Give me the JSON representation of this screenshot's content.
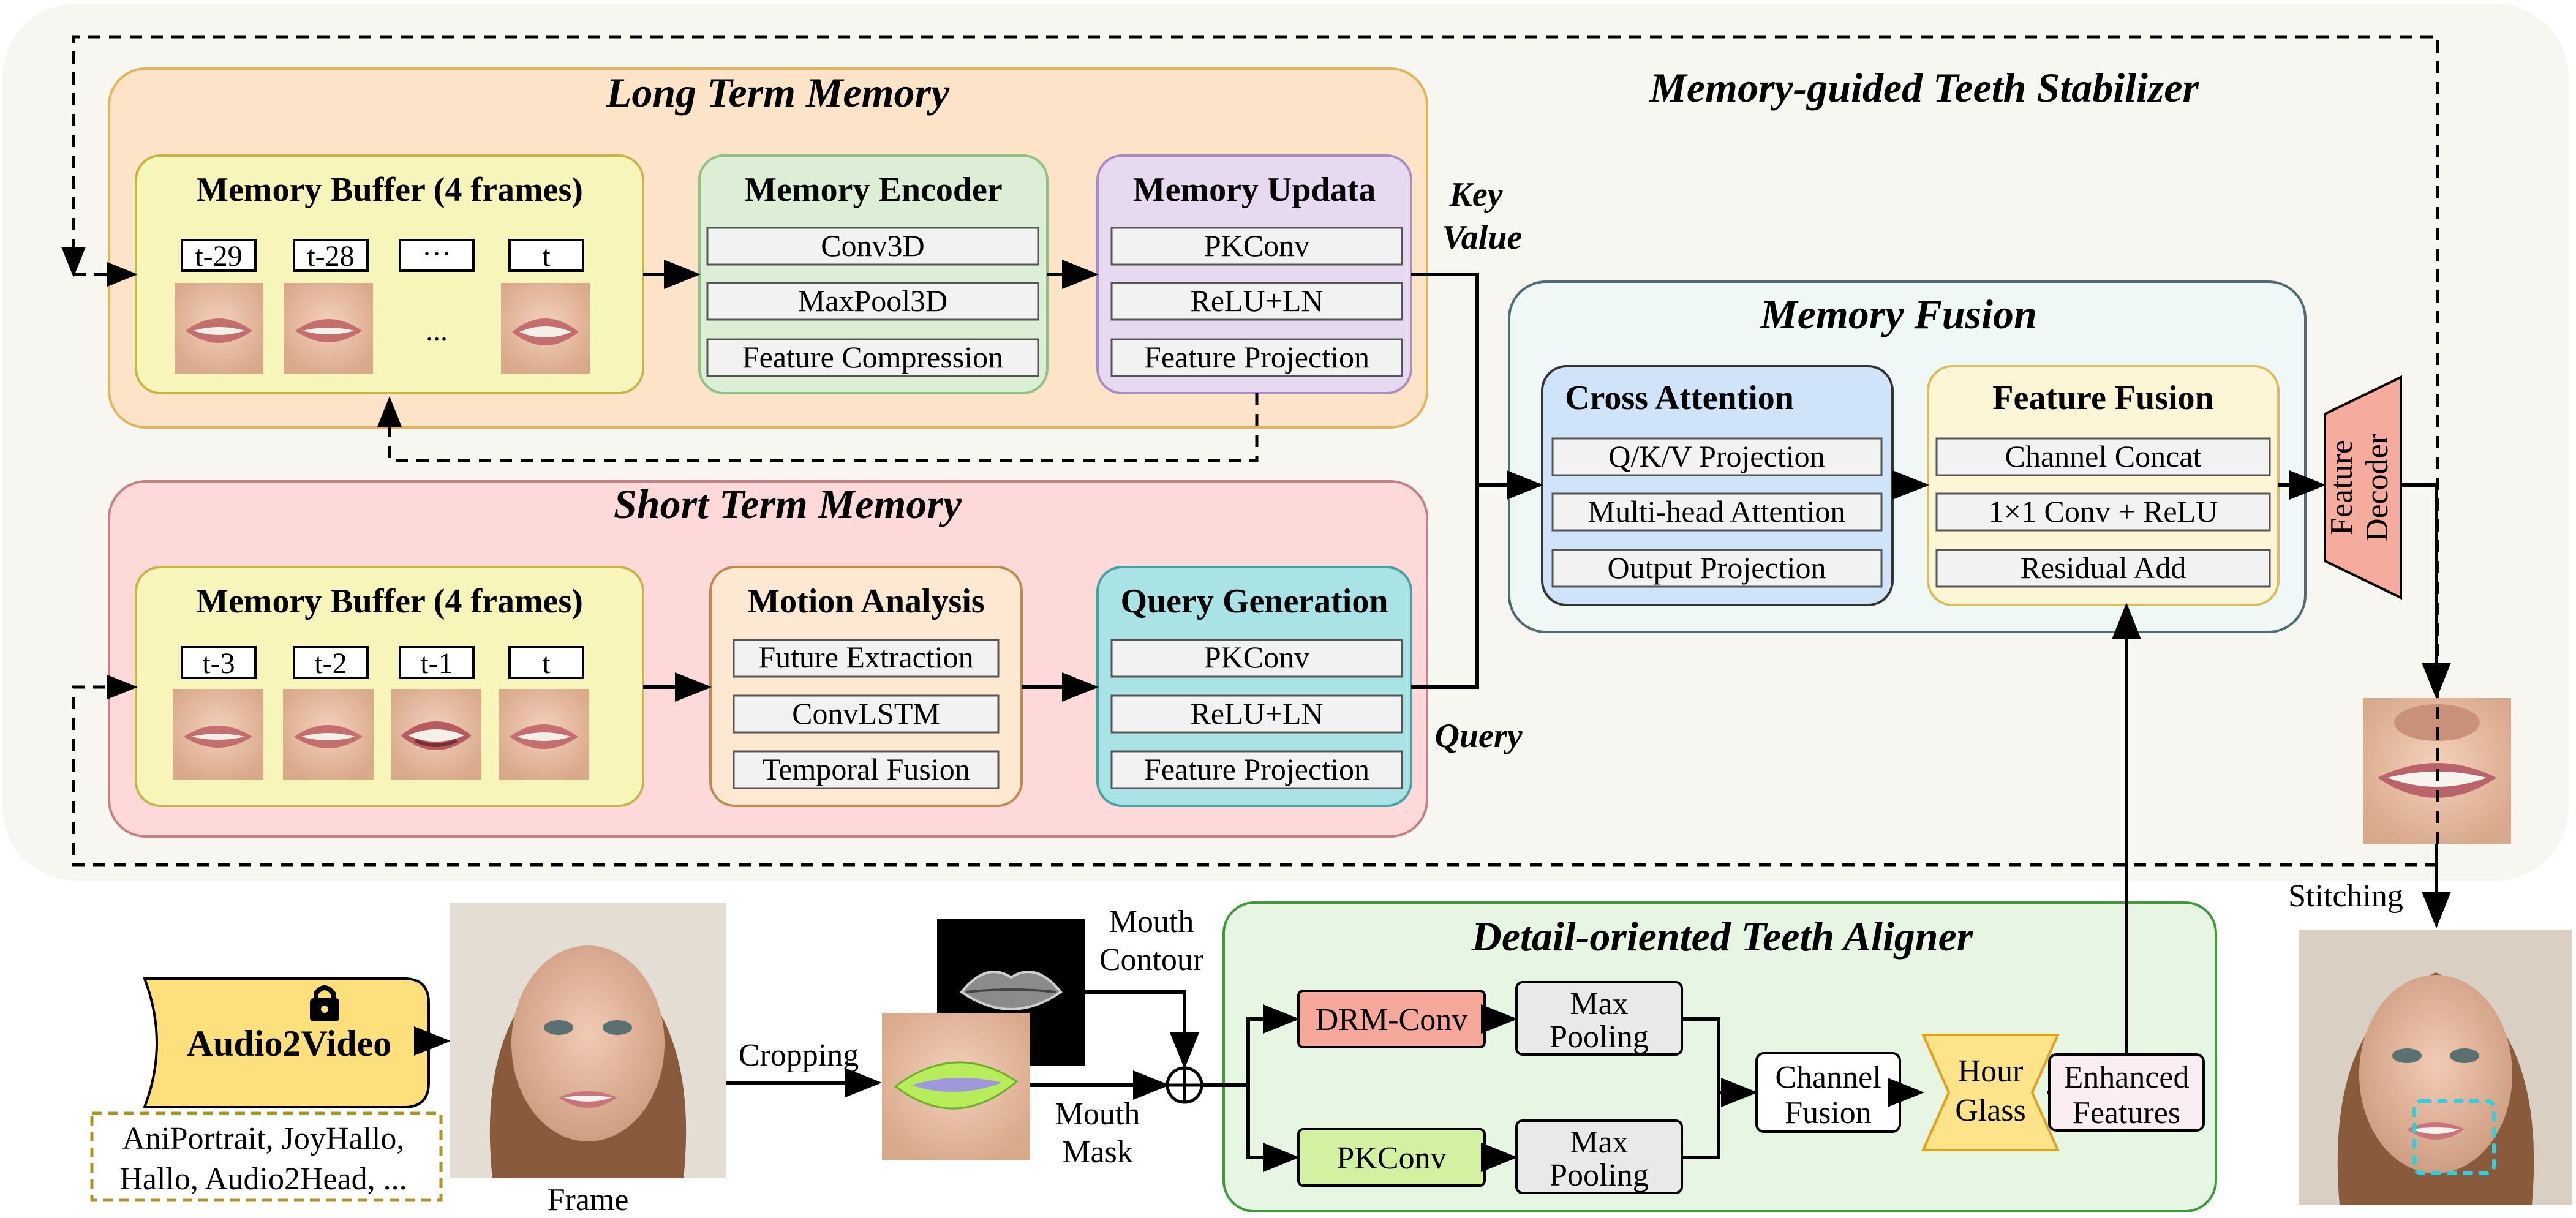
{
  "stabilizer": {
    "title": "Memory-guided Teeth Stabilizer"
  },
  "long_term": {
    "title": "Long Term Memory",
    "buffer": {
      "title": "Memory Buffer (4 frames)",
      "frames": [
        "t-29",
        "t-28",
        "···",
        "t"
      ],
      "ellipsis": "..."
    },
    "encoder": {
      "title": "Memory Encoder",
      "rows": [
        "Conv3D",
        "MaxPool3D",
        "Feature Compression"
      ]
    },
    "update": {
      "title": "Memory Updata",
      "rows": [
        "PKConv",
        "ReLU+LN",
        "Feature Projection"
      ]
    },
    "kv_label": [
      "Key",
      "Value"
    ]
  },
  "short_term": {
    "title": "Short Term Memory",
    "buffer": {
      "title": "Memory Buffer (4 frames)",
      "frames": [
        "t-3",
        "t-2",
        "t-1",
        "t"
      ]
    },
    "motion": {
      "title": "Motion Analysis",
      "rows": [
        "Future Extraction",
        "ConvLSTM",
        "Temporal Fusion"
      ]
    },
    "query": {
      "title": "Query Generation",
      "rows": [
        "PKConv",
        "ReLU+LN",
        "Feature Projection"
      ]
    },
    "query_label": "Query"
  },
  "fusion": {
    "title": "Memory Fusion",
    "cross": {
      "title": "Cross Attention",
      "rows": [
        "Q/K/V Projection",
        "Multi-head Attention",
        "Output Projection"
      ]
    },
    "feature": {
      "title": "Feature Fusion",
      "rows": [
        "Channel Concat",
        "1×1 Conv + ReLU",
        "Residual Add"
      ]
    }
  },
  "decoder": {
    "label": [
      "Feature",
      "Decoder"
    ]
  },
  "bottom": {
    "audio2video": "Audio2Video",
    "methods": [
      "AniPortrait, JoyHallo,",
      "Hallo, Audio2Head, ..."
    ],
    "frame_label": "Frame",
    "cropping_label": "Cropping",
    "mouth_contour": [
      "Mouth",
      "Contour"
    ],
    "mouth_mask": [
      "Mouth",
      "Mask"
    ],
    "stitching_label": "Stitching"
  },
  "aligner": {
    "title": "Detail-oriented Teeth Aligner",
    "drm_conv": "DRM-Conv",
    "pkconv": "PKConv",
    "max_pool_1": [
      "Max",
      "Pooling"
    ],
    "max_pool_2": [
      "Max",
      "Pooling"
    ],
    "channel_fusion": [
      "Channel",
      "Fusion"
    ],
    "hourglass": [
      "Hour",
      "Glass"
    ],
    "enhanced": [
      "Enhanced",
      "Features"
    ]
  },
  "colors": {
    "long_term_bg": "#fde3c8",
    "short_term_bg": "#fdd9d9",
    "buffer_bg": "#f7f5b9",
    "encoder_bg": "#dcefd6",
    "update_bg": "#e6d9f0",
    "motion_bg": "#fde8d2",
    "query_bg": "#a9e3e6",
    "fusion_bg": "#f0f7f7",
    "cross_bg": "#cfe4f8",
    "feature_bg": "#fdf6d6",
    "aligner_bg": "#e7f6e3",
    "drm_bg": "#f5a89a",
    "pk_bg": "#d2f2a2",
    "hourglass_bg": "#fde38a",
    "enhanced_bg": "#fbeef2",
    "decoder_bg": "#f5ac9c",
    "stabilizer_bg": "#f7f6f0",
    "audio_bg": "#fde07c"
  }
}
